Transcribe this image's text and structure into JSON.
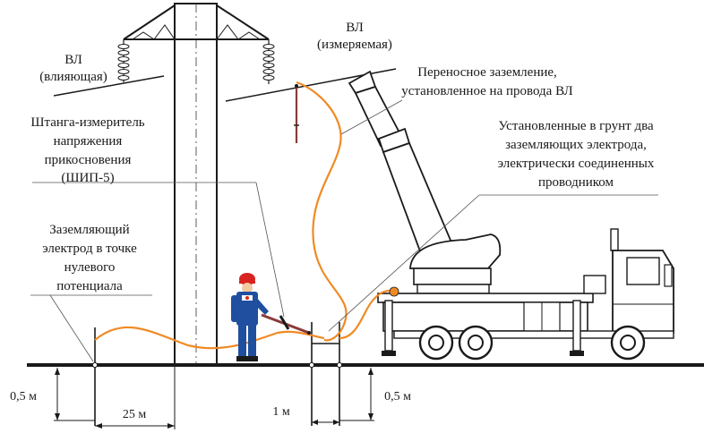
{
  "labels": {
    "vl_influencing_line1": "ВЛ",
    "vl_influencing_line2": "(влияющая)",
    "vl_measured_line1": "ВЛ",
    "vl_measured_line2": "(измеряемая)",
    "portable_grounding_line1": "Переносное заземление,",
    "portable_grounding_line2": "установленное на провода ВЛ",
    "electrodes_line1": "Установленные в грунт два",
    "electrodes_line2": "заземляющих электрода,",
    "electrodes_line3": "электрически соединенных",
    "electrodes_line4": "проводником",
    "rod_line1": "Штанга-измеритель",
    "rod_line2": "напряжения",
    "rod_line3": "прикосновения",
    "rod_line4": "(ШИП-5)",
    "zero_electrode_line1": "Заземляющий",
    "zero_electrode_line2": "электрод в точке",
    "zero_electrode_line3": "нулевого",
    "zero_electrode_line4": "потенциала"
  },
  "dimensions": {
    "depth_left": "0,5 м",
    "distance_25": "25 м",
    "distance_1": "1 м",
    "depth_right": "0,5 м"
  },
  "colors": {
    "cable": "#f08a24",
    "worker_suit": "#1f4f9e",
    "helmet": "#d8231f",
    "rod": "#8b3a3a",
    "line": "#1a1a1a"
  }
}
